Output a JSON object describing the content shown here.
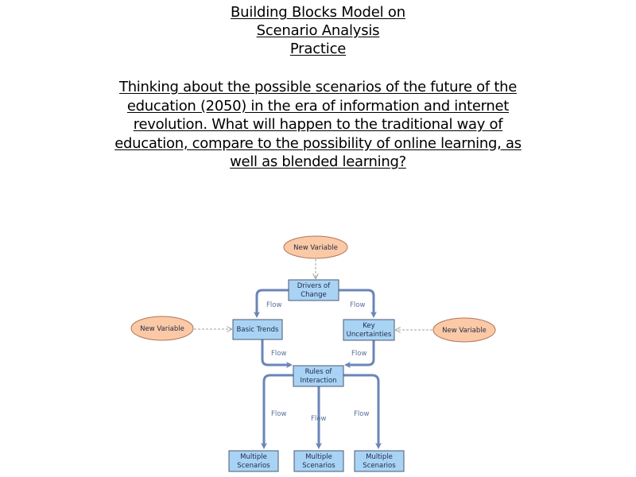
{
  "title": {
    "lines": [
      "Building Blocks Model on",
      "Scenario Analysis",
      "Practice"
    ]
  },
  "question": "Thinking about the possible scenarios of the future of the education (2050) in the era of information and internet revolution. What will happen to the traditional way of education, compare to the possibility of online learning, as well as blended learning?",
  "colors": {
    "box_fill": "#a9d3f5",
    "box_stroke": "#4a5a70",
    "ellipse_fill": "#fbc9a6",
    "ellipse_stroke": "#b0755a",
    "flow_arrow": "#6a85b8",
    "dashed_arrow": "#a0a0a0"
  },
  "diagram": {
    "variables": {
      "top": "New Variable",
      "left": "New Variable",
      "right": "New Variable"
    },
    "nodes": {
      "drivers": [
        "Drivers of",
        "Change"
      ],
      "basic_trends": [
        "Basic Trends"
      ],
      "key_uncertainties": [
        "Key",
        "Uncertainties"
      ],
      "rules": [
        "Rules of",
        "Interaction"
      ],
      "scenario_1": [
        "Multiple",
        "Scenarios"
      ],
      "scenario_2": [
        "Multiple",
        "Scenarios"
      ],
      "scenario_3": [
        "Multiple",
        "Scenarios"
      ]
    },
    "flow_labels": {
      "drivers_to_trends": "Flow",
      "drivers_to_uncertainties": "Flow",
      "trends_to_rules": "Flow",
      "uncertainties_to_rules": "Flow",
      "rules_to_s1": "Flow",
      "rules_to_s2": "Flow",
      "rules_to_s3": "Flow"
    }
  }
}
